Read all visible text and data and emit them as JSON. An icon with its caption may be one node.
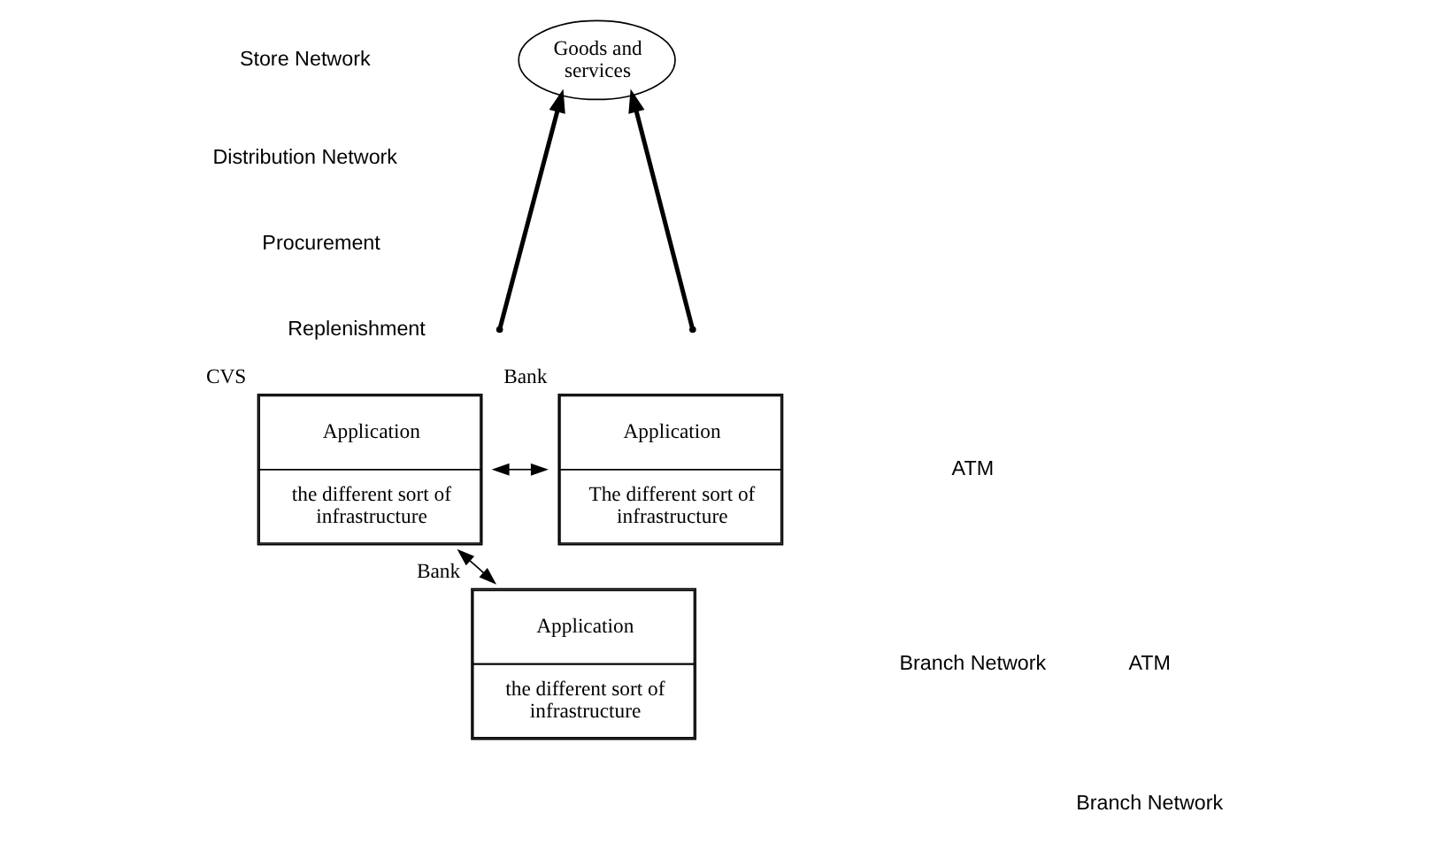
{
  "diagram": {
    "nodes": [
      {
        "text": [
          "Goods and services"
        ]
      },
      {
        "text": [
          "Application",
          "the different sort of infrastructure"
        ],
        "beside": [
          "CVS"
        ]
      },
      {
        "text": [
          "Application",
          "The different sort of infrastructure"
        ],
        "beside": [
          "Bank"
        ]
      },
      {
        "text": [
          "Application",
          "the different sort of infrastructure"
        ],
        "beside": [
          "Bank"
        ]
      }
    ],
    "edges": [
      {
        "from": 1,
        "to": 2,
        "arrow": "both"
      },
      {
        "from": 1,
        "to": 3,
        "arrow": "both"
      },
      {
        "from": null,
        "to": 0,
        "arrow": "to",
        "style": "thick"
      },
      {
        "from": null,
        "to": 0,
        "arrow": "to",
        "style": "thick"
      }
    ],
    "labels": [
      "Store Network",
      "Distribution Network",
      "Procurement",
      "Replenishment",
      "ATM",
      "Branch Network",
      "ATM",
      "Branch Network"
    ]
  }
}
